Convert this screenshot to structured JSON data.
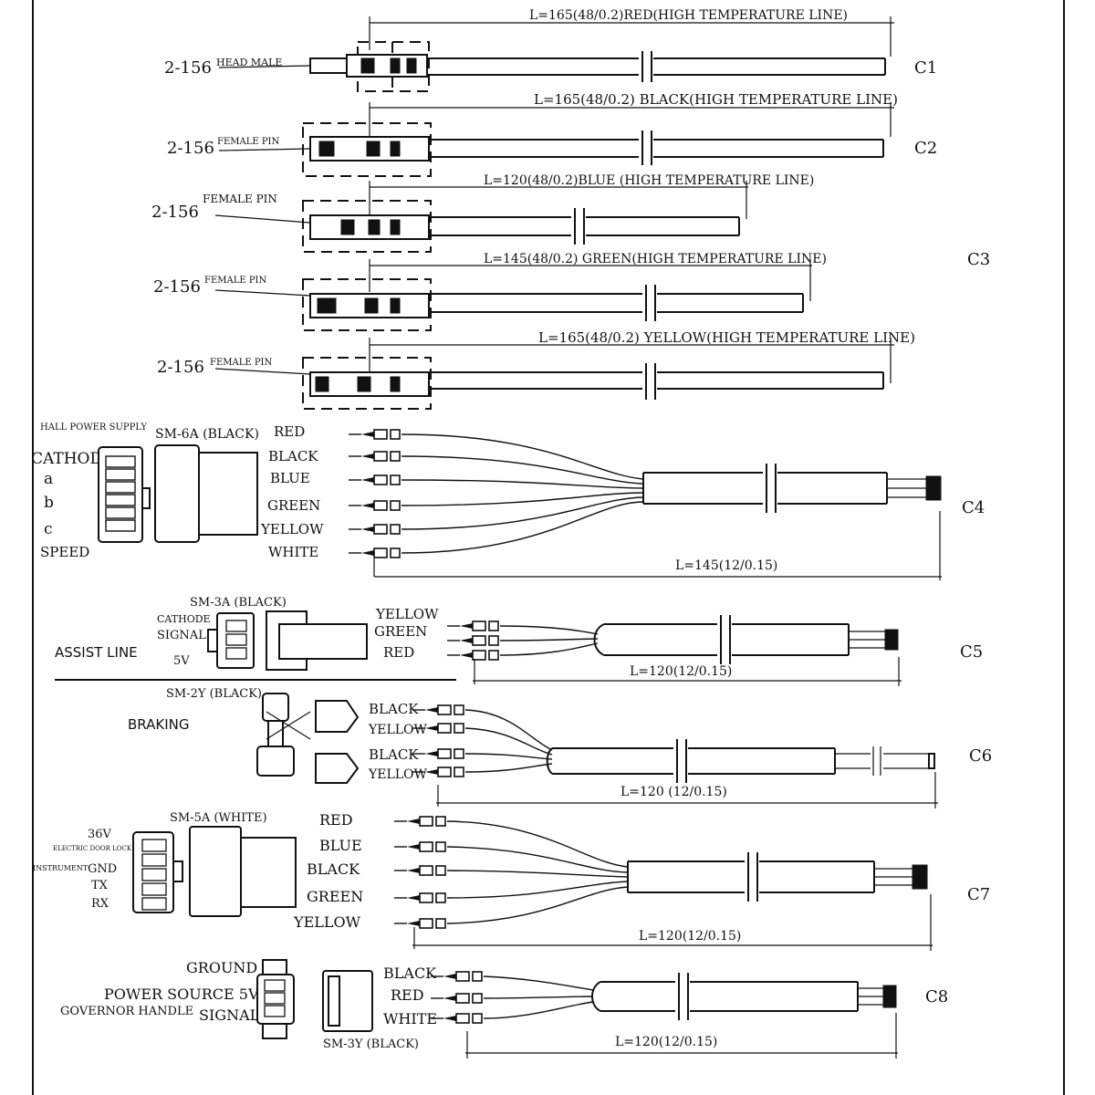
{
  "harnesses": [
    {
      "id": "C1",
      "spec": "L=165(48/0.2)RED(HIGH TEMPERATURE LINE)",
      "part": "2-156",
      "type": "HEAD MALE"
    },
    {
      "id": "C2",
      "spec": "L=165(48/0.2) BLACK(HIGH TEMPERATURE LINE)",
      "part": "2-156",
      "type": "FEMALE PIN"
    },
    {
      "id": "C3",
      "spec_blue": "L=120(48/0.2)BLUE (HIGH TEMPERATURE LINE)",
      "spec_green": "L=145(48/0.2) GREEN(HIGH TEMPERATURE LINE)",
      "spec_yellow": "L=165(48/0.2) YELLOW(HIGH TEMPERATURE LINE)",
      "part": "2-156",
      "type": "FEMALE PIN"
    },
    {
      "id": "C4",
      "connector": "SM-6A (BLACK)",
      "title": "HALL POWER SUPPLY",
      "pin_labels": [
        "CATHODE",
        "a",
        "b",
        "c",
        "SPEED"
      ],
      "wires": [
        "RED",
        "BLACK",
        "BLUE",
        "GREEN",
        "YELLOW",
        "WHITE"
      ],
      "spec": "L=145(12/0.15)"
    },
    {
      "id": "C5",
      "connector": "SM-3A (BLACK)",
      "title": "ASSIST LINE",
      "pin_labels": [
        "CATHODE",
        "SIGNAL",
        "5V"
      ],
      "wires": [
        "YELLOW",
        "GREEN",
        "RED"
      ],
      "spec": "L=120(12/0.15)"
    },
    {
      "id": "C6",
      "connector": "SM-2Y (BLACK)",
      "title": "BRAKING",
      "wires": [
        "BLACK",
        "YELLOW",
        "BLACK",
        "YELLOW"
      ],
      "spec": "L=120 (12/0.15)"
    },
    {
      "id": "C7",
      "connector": "SM-5A (WHITE)",
      "title": "ELECTRIC DOOR LOCK",
      "title2": "INSTRUMENT",
      "pin_labels": [
        "36V",
        "GND",
        "TX",
        "RX"
      ],
      "wires": [
        "RED",
        "BLUE",
        "BLACK",
        "GREEN",
        "YELLOW"
      ],
      "spec": "L=120(12/0.15)"
    },
    {
      "id": "C8",
      "connector": "SM-3Y (BLACK)",
      "title": "GOVERNOR HANDLE",
      "pin_labels": [
        "GROUND",
        "POWER SOURCE 5V",
        "SIGNAL"
      ],
      "wires": [
        "BLACK",
        "RED",
        "WHITE"
      ],
      "spec": "L=120(12/0.15)"
    }
  ]
}
